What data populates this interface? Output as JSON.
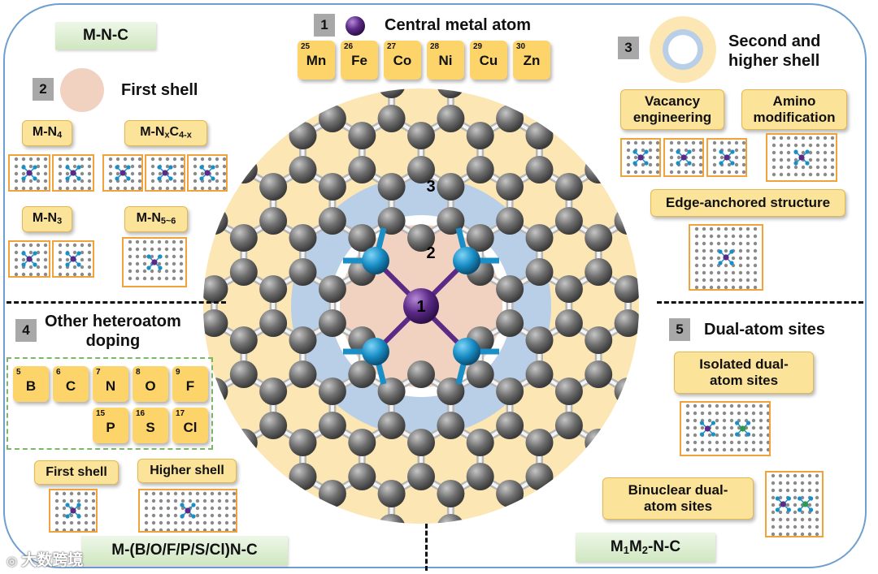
{
  "titles": {
    "mnc": "M-N-C",
    "hetero": "M-(B/O/F/P/S/Cl)N-C",
    "m1m2": {
      "m1": "M",
      "sub1": "1",
      "m2": "M",
      "sub2": "2",
      "rest": "-N-C"
    }
  },
  "central": {
    "number": "1",
    "label": "Central metal atom",
    "metals": [
      {
        "z": "25",
        "symbol": "Mn"
      },
      {
        "z": "26",
        "symbol": "Fe"
      },
      {
        "z": "27",
        "symbol": "Co"
      },
      {
        "z": "28",
        "symbol": "Ni"
      },
      {
        "z": "29",
        "symbol": "Cu"
      },
      {
        "z": "30",
        "symbol": "Zn"
      }
    ]
  },
  "first_shell": {
    "number": "2",
    "label": "First shell",
    "groups": [
      {
        "base": "M-N",
        "sub": "4"
      },
      {
        "base": "M-N",
        "sub": "x",
        "mid": "C",
        "sub2": "4-x"
      },
      {
        "base": "M-N",
        "sub": "3"
      },
      {
        "base": "M-N",
        "sub": "5~6"
      }
    ]
  },
  "second_shell": {
    "number": "3",
    "label_line1": "Second and",
    "label_line2": "higher shell",
    "vacancy_line1": "Vacancy",
    "vacancy_line2": "engineering",
    "amino_line1": "Amino",
    "amino_line2": "modification",
    "edge": "Edge-anchored structure"
  },
  "hetero": {
    "number": "4",
    "label_line1": "Other heteroatom",
    "label_line2": "doping",
    "elements": [
      {
        "z": "5",
        "symbol": "B"
      },
      {
        "z": "6",
        "symbol": "C"
      },
      {
        "z": "7",
        "symbol": "N"
      },
      {
        "z": "8",
        "symbol": "O"
      },
      {
        "z": "9",
        "symbol": "F"
      },
      {
        "z": "15",
        "symbol": "P"
      },
      {
        "z": "16",
        "symbol": "S"
      },
      {
        "z": "17",
        "symbol": "Cl"
      }
    ],
    "first_shell": "First shell",
    "higher_shell": "Higher shell"
  },
  "dual": {
    "number": "5",
    "label": "Dual-atom sites",
    "isolated_line1": "Isolated dual-",
    "isolated_line2": "atom sites",
    "binuclear_line1": "Binuclear dual-",
    "binuclear_line2": "atom sites"
  },
  "center_labels": {
    "one": "1",
    "two": "2",
    "three": "3"
  },
  "watermark": "大数跨境",
  "colors": {
    "frame": "#6f9fd2",
    "outer_ring": "#fbe6b4",
    "middle_ring": "#b9cfe8",
    "inner_disk": "#f1d2c1",
    "metal": "#5b2a86",
    "nitrogen": "#1a8fc7",
    "carbon": "#6e6e6e",
    "tag_fill": "#fce39a",
    "tag_border": "#f0a23c"
  }
}
